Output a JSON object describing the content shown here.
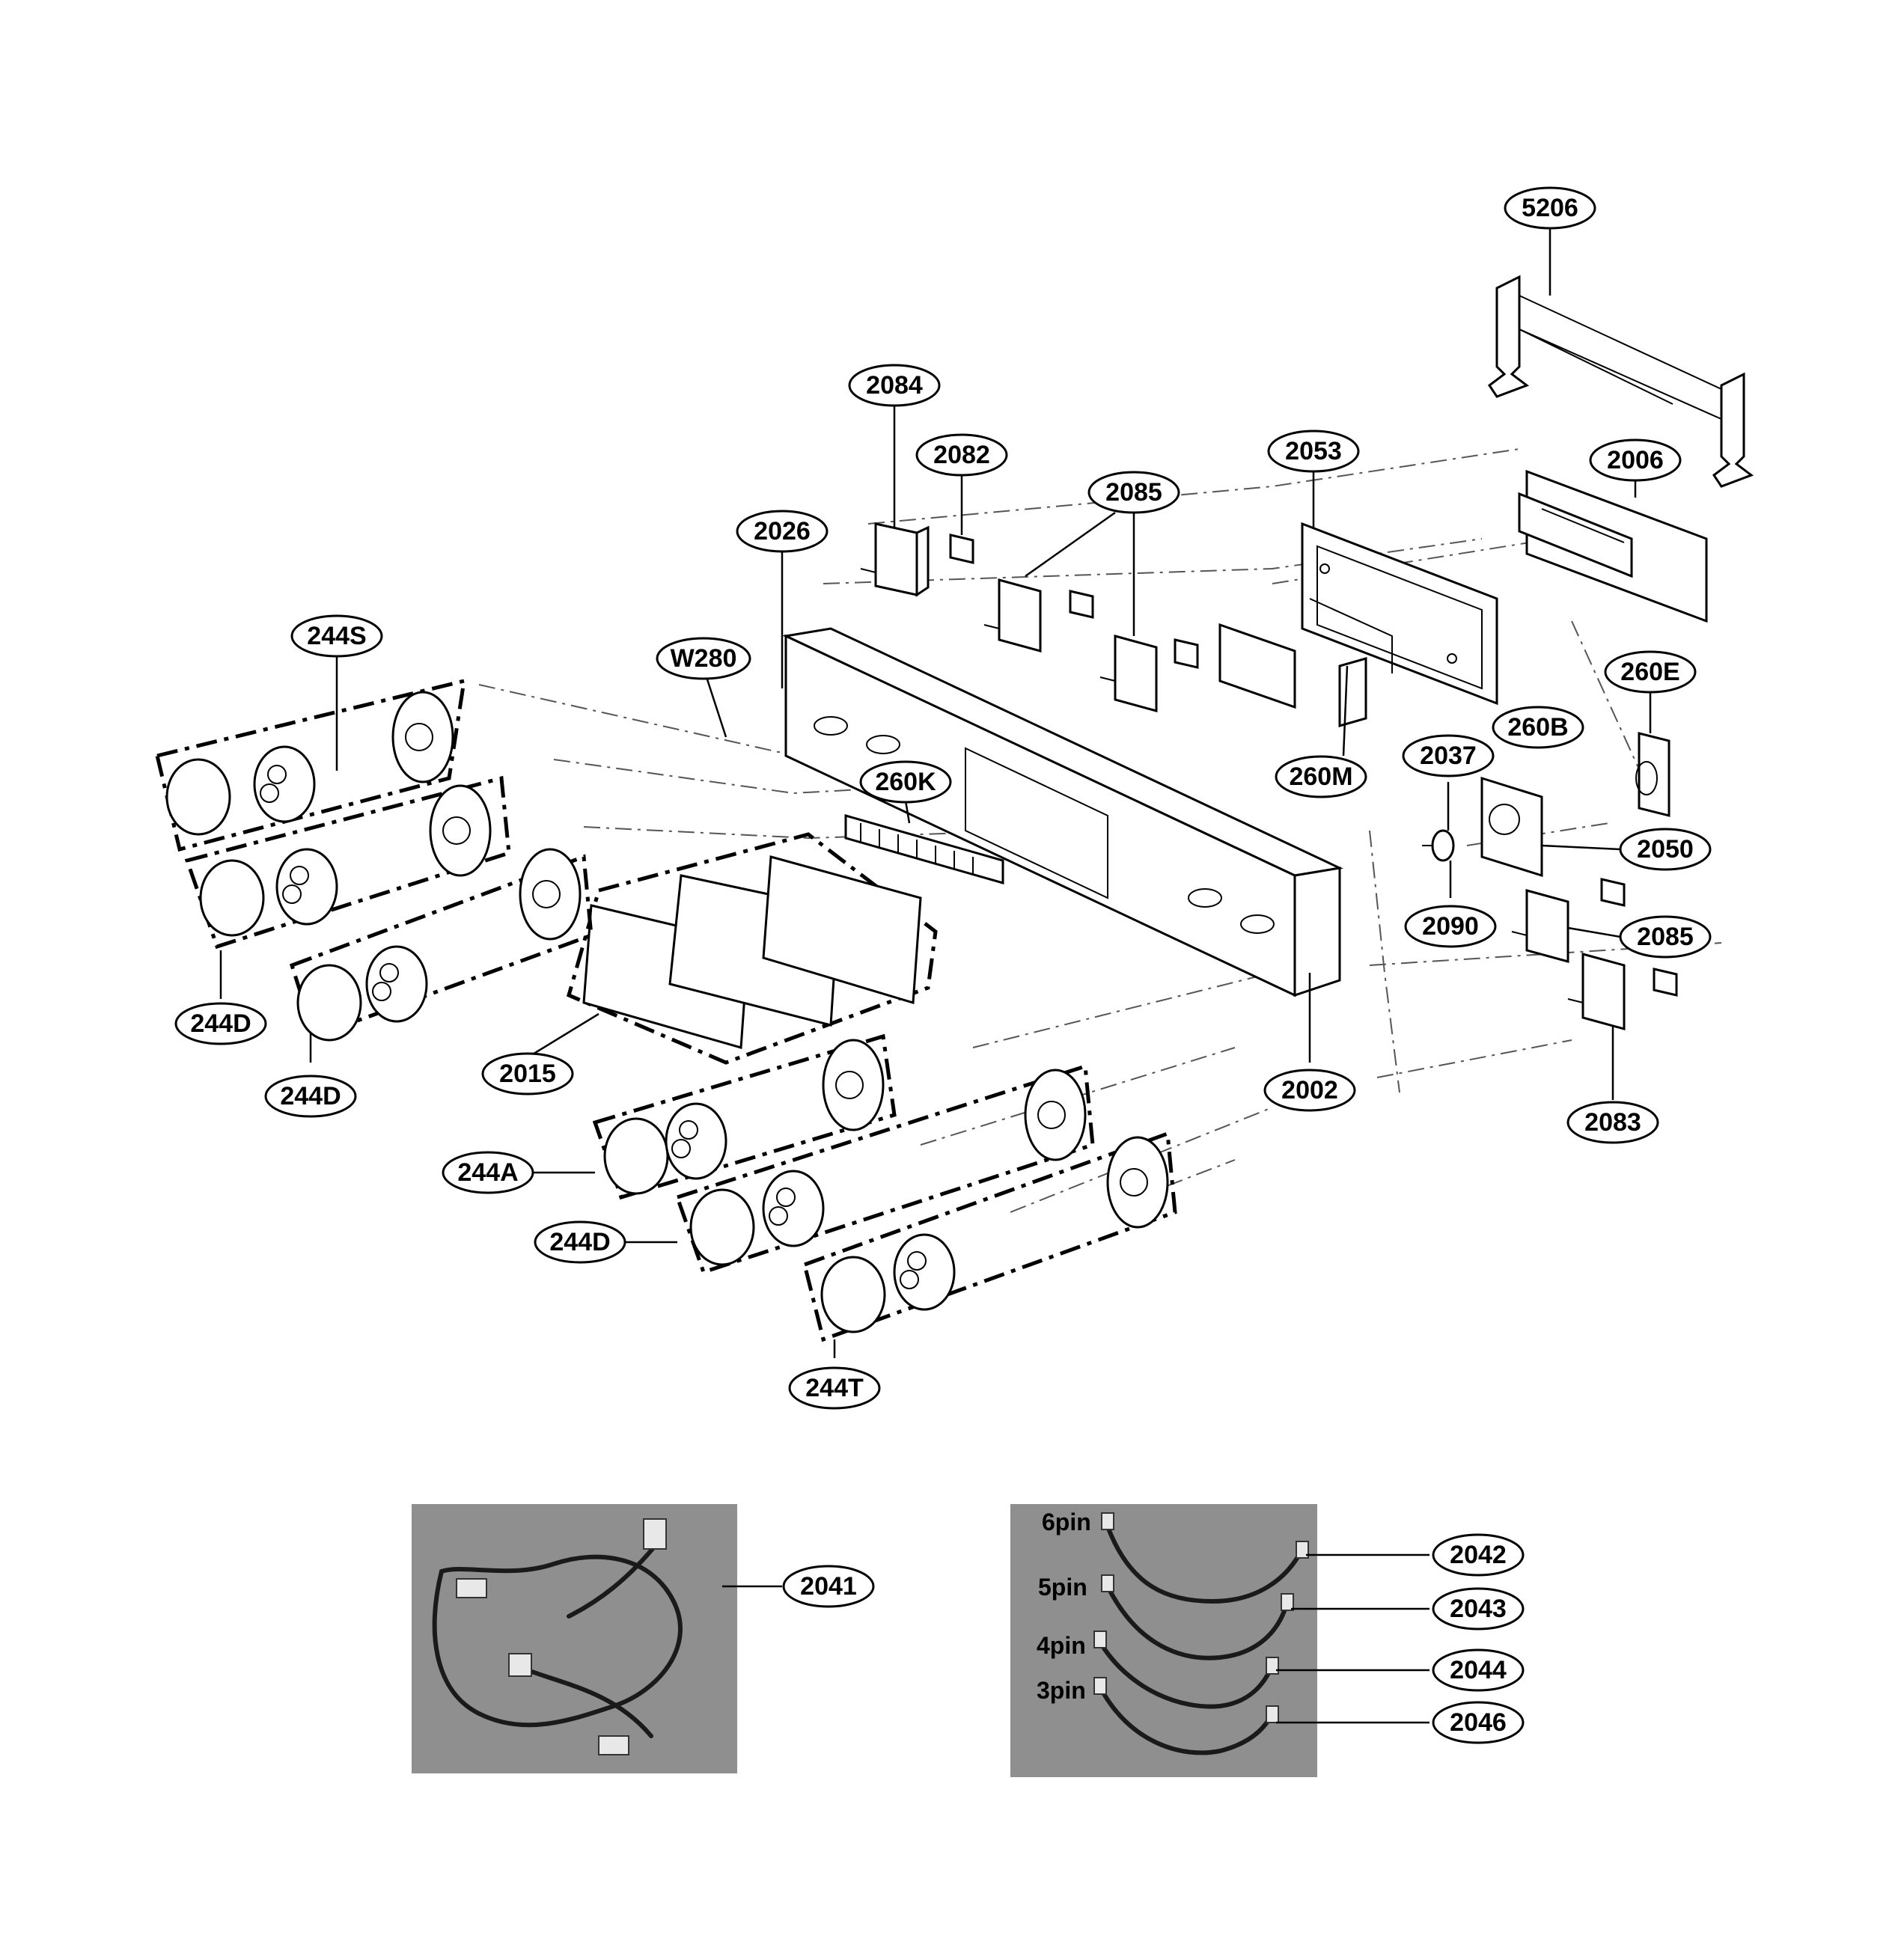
{
  "callouts": [
    {
      "id": "5206",
      "label": "5206"
    },
    {
      "id": "2084",
      "label": "2084"
    },
    {
      "id": "2082",
      "label": "2082"
    },
    {
      "id": "2053",
      "label": "2053"
    },
    {
      "id": "2006",
      "label": "2006"
    },
    {
      "id": "2085-top",
      "label": "2085"
    },
    {
      "id": "2026",
      "label": "2026"
    },
    {
      "id": "244S",
      "label": "244S"
    },
    {
      "id": "W280",
      "label": "W280"
    },
    {
      "id": "260E",
      "label": "260E"
    },
    {
      "id": "260B",
      "label": "260B"
    },
    {
      "id": "2037",
      "label": "2037"
    },
    {
      "id": "260K",
      "label": "260K"
    },
    {
      "id": "260M",
      "label": "260M"
    },
    {
      "id": "2050",
      "label": "2050"
    },
    {
      "id": "2090",
      "label": "2090"
    },
    {
      "id": "2085-right",
      "label": "2085"
    },
    {
      "id": "244D-1",
      "label": "244D"
    },
    {
      "id": "244D-2",
      "label": "244D"
    },
    {
      "id": "2015",
      "label": "2015"
    },
    {
      "id": "2002",
      "label": "2002"
    },
    {
      "id": "2083",
      "label": "2083"
    },
    {
      "id": "244A",
      "label": "244A"
    },
    {
      "id": "244D-3",
      "label": "244D"
    },
    {
      "id": "244T",
      "label": "244T"
    },
    {
      "id": "2041",
      "label": "2041"
    },
    {
      "id": "2042",
      "label": "2042"
    },
    {
      "id": "2043",
      "label": "2043"
    },
    {
      "id": "2044",
      "label": "2044"
    },
    {
      "id": "2046",
      "label": "2046"
    }
  ],
  "harness_pins": [
    {
      "id": "6pin",
      "label": "6pin"
    },
    {
      "id": "5pin",
      "label": "5pin"
    },
    {
      "id": "4pin",
      "label": "4pin"
    },
    {
      "id": "3pin",
      "label": "3pin"
    }
  ]
}
